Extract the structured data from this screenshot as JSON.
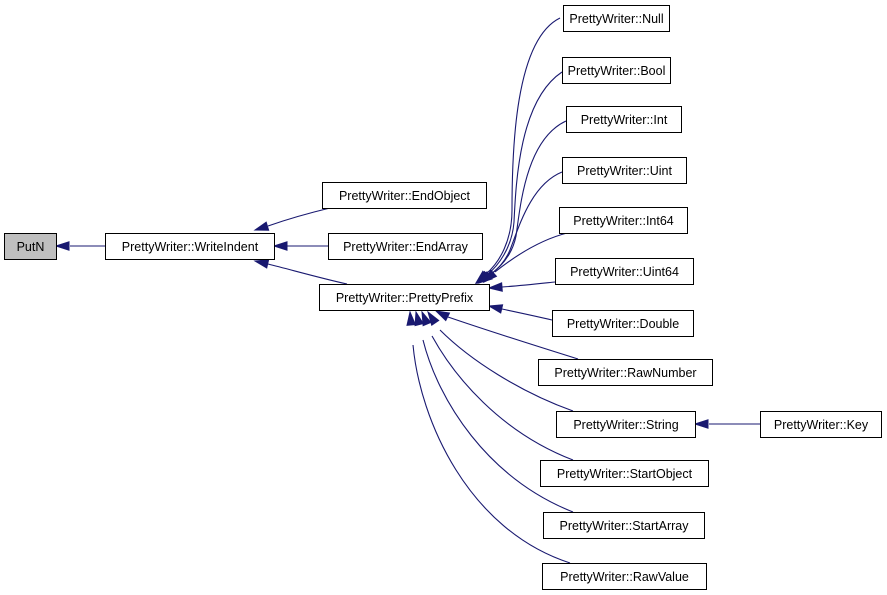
{
  "colors": {
    "edge": "#191970",
    "root_fill": "#bfbfbf",
    "node_fill": "#ffffff",
    "border": "#000000"
  },
  "graph": {
    "nodes": [
      {
        "id": "putn",
        "label": "PutN",
        "root": true
      },
      {
        "id": "writeindent",
        "label": "PrettyWriter::WriteIndent"
      },
      {
        "id": "endobject",
        "label": "PrettyWriter::EndObject"
      },
      {
        "id": "endarray",
        "label": "PrettyWriter::EndArray"
      },
      {
        "id": "prettyprefix",
        "label": "PrettyWriter::PrettyPrefix"
      },
      {
        "id": "null",
        "label": "PrettyWriter::Null"
      },
      {
        "id": "bool",
        "label": "PrettyWriter::Bool"
      },
      {
        "id": "int",
        "label": "PrettyWriter::Int"
      },
      {
        "id": "uint",
        "label": "PrettyWriter::Uint"
      },
      {
        "id": "int64",
        "label": "PrettyWriter::Int64"
      },
      {
        "id": "uint64",
        "label": "PrettyWriter::Uint64"
      },
      {
        "id": "double",
        "label": "PrettyWriter::Double"
      },
      {
        "id": "rawnumber",
        "label": "PrettyWriter::RawNumber"
      },
      {
        "id": "string",
        "label": "PrettyWriter::String"
      },
      {
        "id": "key",
        "label": "PrettyWriter::Key"
      },
      {
        "id": "startobject",
        "label": "PrettyWriter::StartObject"
      },
      {
        "id": "startarray",
        "label": "PrettyWriter::StartArray"
      },
      {
        "id": "rawvalue",
        "label": "PrettyWriter::RawValue"
      }
    ],
    "edges": [
      {
        "from": "writeindent",
        "to": "putn"
      },
      {
        "from": "endobject",
        "to": "writeindent"
      },
      {
        "from": "endarray",
        "to": "writeindent"
      },
      {
        "from": "prettyprefix",
        "to": "writeindent"
      },
      {
        "from": "null",
        "to": "prettyprefix"
      },
      {
        "from": "bool",
        "to": "prettyprefix"
      },
      {
        "from": "int",
        "to": "prettyprefix"
      },
      {
        "from": "uint",
        "to": "prettyprefix"
      },
      {
        "from": "int64",
        "to": "prettyprefix"
      },
      {
        "from": "uint64",
        "to": "prettyprefix"
      },
      {
        "from": "double",
        "to": "prettyprefix"
      },
      {
        "from": "rawnumber",
        "to": "prettyprefix"
      },
      {
        "from": "string",
        "to": "prettyprefix"
      },
      {
        "from": "startobject",
        "to": "prettyprefix"
      },
      {
        "from": "startarray",
        "to": "prettyprefix"
      },
      {
        "from": "rawvalue",
        "to": "prettyprefix"
      },
      {
        "from": "key",
        "to": "string"
      }
    ]
  }
}
